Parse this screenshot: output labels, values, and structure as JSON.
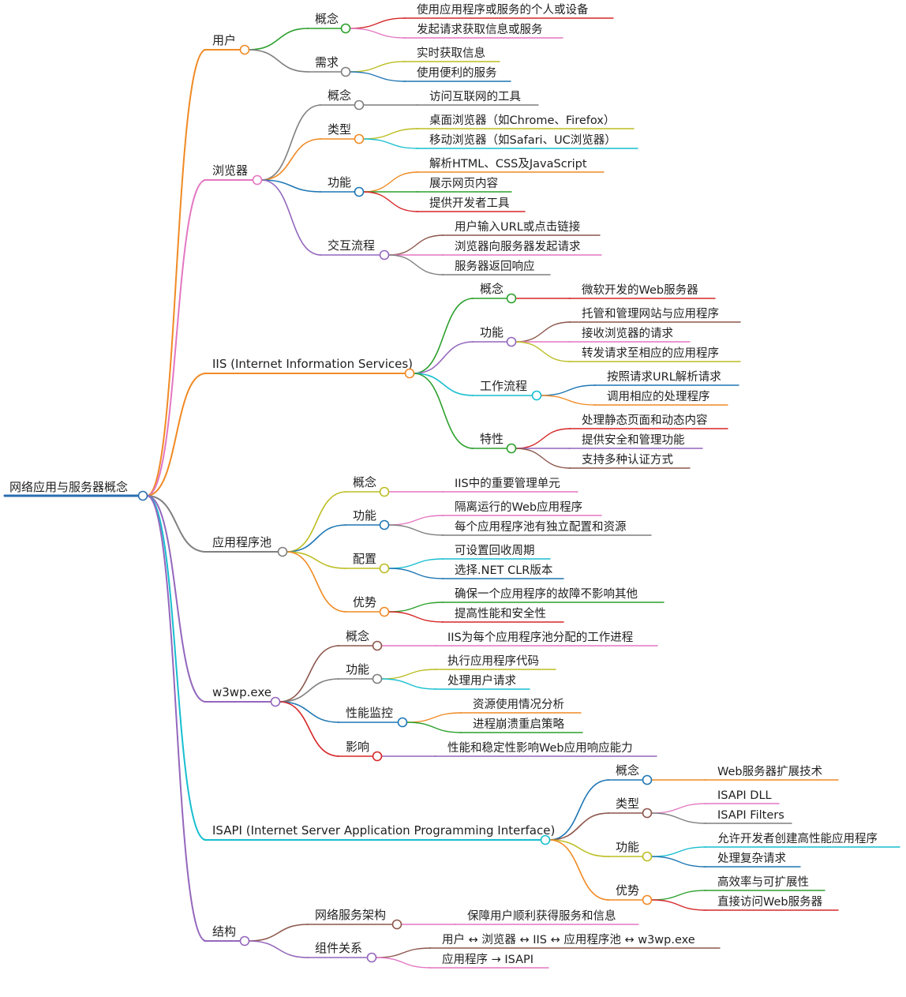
{
  "root": {
    "label": "网络应用与服务器概念",
    "color": "#2a6fb0",
    "children": [
      {
        "label": "用户",
        "color": "#f08a24",
        "children": [
          {
            "label": "概念",
            "color": "#2ca02c",
            "children": [
              {
                "label": "使用应用程序或服务的个人或设备",
                "color": "#d62728"
              },
              {
                "label": "发起请求获取信息或服务",
                "color": "#e377c2"
              }
            ]
          },
          {
            "label": "需求",
            "color": "#7f7f7f",
            "children": [
              {
                "label": "实时获取信息",
                "color": "#bcbd22"
              },
              {
                "label": "使用便利的服务",
                "color": "#1f77b4"
              }
            ]
          }
        ]
      },
      {
        "label": "浏览器",
        "color": "#e377c2",
        "children": [
          {
            "label": "概念",
            "color": "#7f7f7f",
            "children": [
              {
                "label": "访问互联网的工具",
                "color": "#7f7f7f"
              }
            ]
          },
          {
            "label": "类型",
            "color": "#f08a24",
            "children": [
              {
                "label": "桌面浏览器（如Chrome、Firefox）",
                "color": "#bcbd22"
              },
              {
                "label": "移动浏览器（如Safari、UC浏览器）",
                "color": "#17becf"
              }
            ]
          },
          {
            "label": "功能",
            "color": "#1f77b4",
            "children": [
              {
                "label": "解析HTML、CSS及JavaScript",
                "color": "#f08a24"
              },
              {
                "label": "展示网页内容",
                "color": "#2ca02c"
              },
              {
                "label": "提供开发者工具",
                "color": "#d62728"
              }
            ]
          },
          {
            "label": "交互流程",
            "color": "#9467bd",
            "children": [
              {
                "label": "用户输入URL或点击链接",
                "color": "#8c564b"
              },
              {
                "label": "浏览器向服务器发起请求",
                "color": "#e377c2"
              },
              {
                "label": "服务器返回响应",
                "color": "#7f7f7f"
              }
            ]
          }
        ]
      },
      {
        "label": "IIS (Internet Information Services)",
        "color": "#f08a24",
        "children": [
          {
            "label": "概念",
            "color": "#2ca02c",
            "children": [
              {
                "label": "微软开发的Web服务器",
                "color": "#d62728"
              }
            ]
          },
          {
            "label": "功能",
            "color": "#9467bd",
            "children": [
              {
                "label": "托管和管理网站与应用程序",
                "color": "#8c564b"
              },
              {
                "label": "接收浏览器的请求",
                "color": "#e377c2"
              },
              {
                "label": "转发请求至相应的应用程序",
                "color": "#bcbd22"
              }
            ]
          },
          {
            "label": "工作流程",
            "color": "#17becf",
            "children": [
              {
                "label": "按照请求URL解析请求",
                "color": "#1f77b4"
              },
              {
                "label": "调用相应的处理程序",
                "color": "#f08a24"
              }
            ]
          },
          {
            "label": "特性",
            "color": "#2ca02c",
            "children": [
              {
                "label": "处理静态页面和动态内容",
                "color": "#d62728"
              },
              {
                "label": "提供安全和管理功能",
                "color": "#9467bd"
              },
              {
                "label": "支持多种认证方式",
                "color": "#8c564b"
              }
            ]
          }
        ]
      },
      {
        "label": "应用程序池",
        "color": "#7f7f7f",
        "children": [
          {
            "label": "概念",
            "color": "#bcbd22",
            "children": [
              {
                "label": "IIS中的重要管理单元",
                "color": "#e377c2"
              }
            ]
          },
          {
            "label": "功能",
            "color": "#1f77b4",
            "children": [
              {
                "label": "隔离运行的Web应用程序",
                "color": "#e377c2"
              },
              {
                "label": "每个应用程序池有独立配置和资源",
                "color": "#7f7f7f"
              }
            ]
          },
          {
            "label": "配置",
            "color": "#bcbd22",
            "children": [
              {
                "label": "可设置回收周期",
                "color": "#17becf"
              },
              {
                "label": "选择.NET CLR版本",
                "color": "#1f77b4"
              }
            ]
          },
          {
            "label": "优势",
            "color": "#f08a24",
            "children": [
              {
                "label": "确保一个应用程序的故障不影响其他",
                "color": "#2ca02c"
              },
              {
                "label": "提高性能和安全性",
                "color": "#d62728"
              }
            ]
          }
        ]
      },
      {
        "label": "w3wp.exe",
        "color": "#9467bd",
        "children": [
          {
            "label": "概念",
            "color": "#8c564b",
            "children": [
              {
                "label": "IIS为每个应用程序池分配的工作进程",
                "color": "#e377c2"
              }
            ]
          },
          {
            "label": "功能",
            "color": "#7f7f7f",
            "children": [
              {
                "label": "执行应用程序代码",
                "color": "#bcbd22"
              },
              {
                "label": "处理用户请求",
                "color": "#17becf"
              }
            ]
          },
          {
            "label": "性能监控",
            "color": "#1f77b4",
            "children": [
              {
                "label": "资源使用情况分析",
                "color": "#f08a24"
              },
              {
                "label": "进程崩溃重启策略",
                "color": "#2ca02c"
              }
            ]
          },
          {
            "label": "影响",
            "color": "#d62728",
            "children": [
              {
                "label": "性能和稳定性影响Web应用响应能力",
                "color": "#9467bd"
              }
            ]
          }
        ]
      },
      {
        "label": "ISAPI (Internet Server Application Programming Interface)",
        "color": "#17becf",
        "children": [
          {
            "label": "概念",
            "color": "#1f77b4",
            "children": [
              {
                "label": "Web服务器扩展技术",
                "color": "#f08a24"
              }
            ]
          },
          {
            "label": "类型",
            "color": "#8c564b",
            "children": [
              {
                "label": "ISAPI DLL",
                "color": "#e377c2"
              },
              {
                "label": "ISAPI Filters",
                "color": "#7f7f7f"
              }
            ]
          },
          {
            "label": "功能",
            "color": "#bcbd22",
            "children": [
              {
                "label": "允许开发者创建高性能应用程序",
                "color": "#17becf"
              },
              {
                "label": "处理复杂请求",
                "color": "#1f77b4"
              }
            ]
          },
          {
            "label": "优势",
            "color": "#f08a24",
            "children": [
              {
                "label": "高效率与可扩展性",
                "color": "#2ca02c"
              },
              {
                "label": "直接访问Web服务器",
                "color": "#d62728"
              }
            ]
          }
        ]
      },
      {
        "label": "结构",
        "color": "#9467bd",
        "children": [
          {
            "label": "网络服务架构",
            "color": "#8c564b",
            "children": [
              {
                "label": "保障用户顺利获得服务和信息",
                "color": "#e377c2"
              }
            ]
          },
          {
            "label": "组件关系",
            "color": "#9467bd",
            "children": [
              {
                "label": "用户 ↔ 浏览器 ↔ IIS ↔ 应用程序池 ↔ w3wp.exe",
                "color": "#8c564b"
              },
              {
                "label": "应用程序 → ISAPI",
                "color": "#e377c2"
              }
            ]
          }
        ]
      }
    ]
  }
}
